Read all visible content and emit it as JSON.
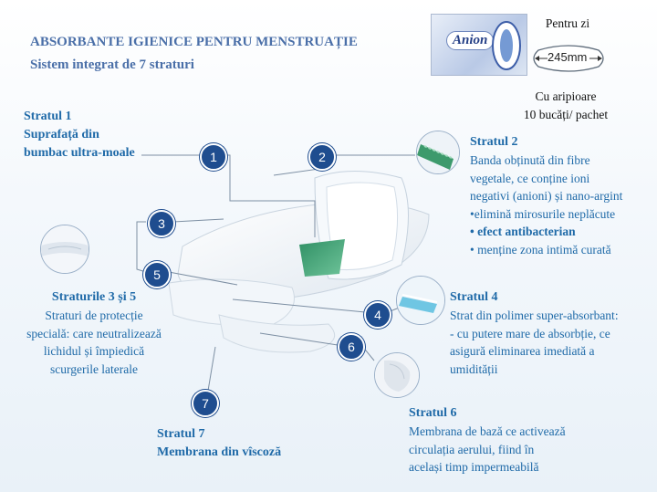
{
  "title": "ABSORBANTE IGIENICE PENTRU MENSTRUAȚIE",
  "subtitle": "Sistem integrat de 7 straturi",
  "product": {
    "brand": "Anion",
    "day_label": "Pentru zi",
    "size": "245mm",
    "wings": "Cu aripioare",
    "count": "10 bucăți/ pachet"
  },
  "markers": [
    "1",
    "2",
    "3",
    "4",
    "5",
    "6",
    "7"
  ],
  "layers": {
    "l1": {
      "title": "Stratul 1",
      "line1": "Suprafață din",
      "line2": "bumbac ultra-moale"
    },
    "l2": {
      "title": "Stratul 2",
      "lines": [
        "Banda obținută din fibre",
        "vegetale, ce conține ioni",
        "negativi (anioni) și nano-argint"
      ],
      "bullets": [
        "•elimină mirosurile neplăcute",
        "• efect antibacterian",
        "• menține zona intimă curată"
      ]
    },
    "l35": {
      "title": "Straturile 3 și 5",
      "lines": [
        "Straturi de protecție",
        "specială: care neutralizează",
        "lichidul și împiedică",
        "scurgerile laterale"
      ]
    },
    "l4": {
      "title": "Stratul 4",
      "lines": [
        "Strat din polimer super-absorbant:",
        "- cu putere mare de absorbție,  ce",
        "asigură eliminarea  imediată  a",
        "umidității"
      ]
    },
    "l6": {
      "title": "Stratul 6",
      "lines": [
        "Membrana de bază ce activează",
        "circulația aerului,  fiind în",
        "același timp impermeabilă"
      ]
    },
    "l7": {
      "title": "Stratul 7",
      "line1": "Membrana din vîscoză"
    }
  },
  "colors": {
    "accent": "#1f6aa8",
    "marker": "#1f4d8f",
    "green": "#3a9a6a"
  }
}
